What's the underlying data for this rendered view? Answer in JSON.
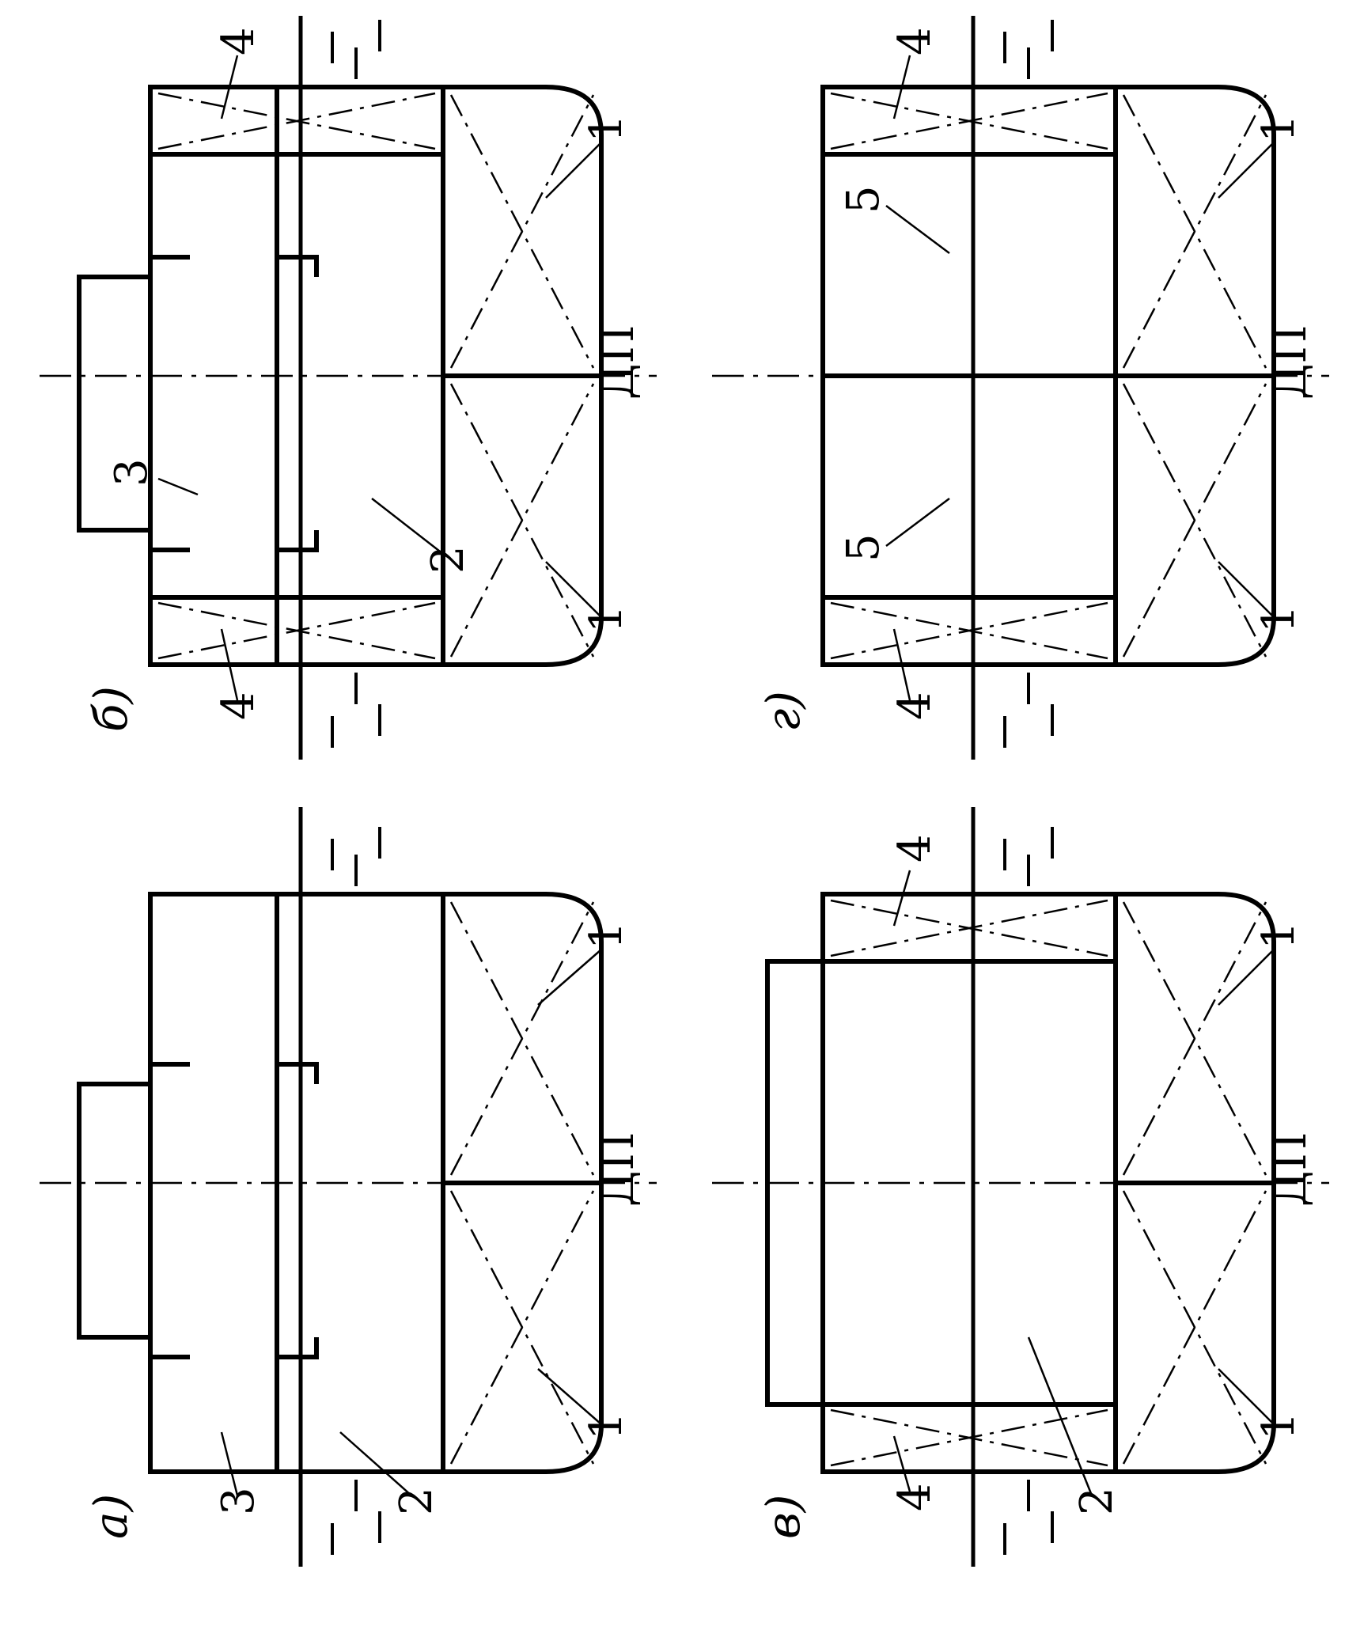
{
  "figure": {
    "centerline_label": "ДП",
    "panels": [
      {
        "id": "a",
        "label": "а)",
        "numbers": {
          "compartment_upper": "3",
          "compartment_lower": "2",
          "double_bottom_left": "1",
          "double_bottom_right": "1"
        }
      },
      {
        "id": "b",
        "label": "б)",
        "numbers": {
          "tank_side_left": "4",
          "tank_side_right": "4",
          "compartment_upper": "3",
          "compartment_lower": "2",
          "double_bottom_left": "1",
          "double_bottom_right": "1"
        }
      },
      {
        "id": "v",
        "label": "в)",
        "numbers": {
          "tank_side_left": "4",
          "tank_side_right": "4",
          "compartment": "2",
          "double_bottom_left": "1",
          "double_bottom_right": "1"
        }
      },
      {
        "id": "g",
        "label": "г)",
        "numbers": {
          "tank_side_left": "4",
          "tank_side_right": "4",
          "hold_left": "5",
          "hold_right": "5",
          "double_bottom_left": "1",
          "double_bottom_right": "1"
        }
      }
    ]
  }
}
